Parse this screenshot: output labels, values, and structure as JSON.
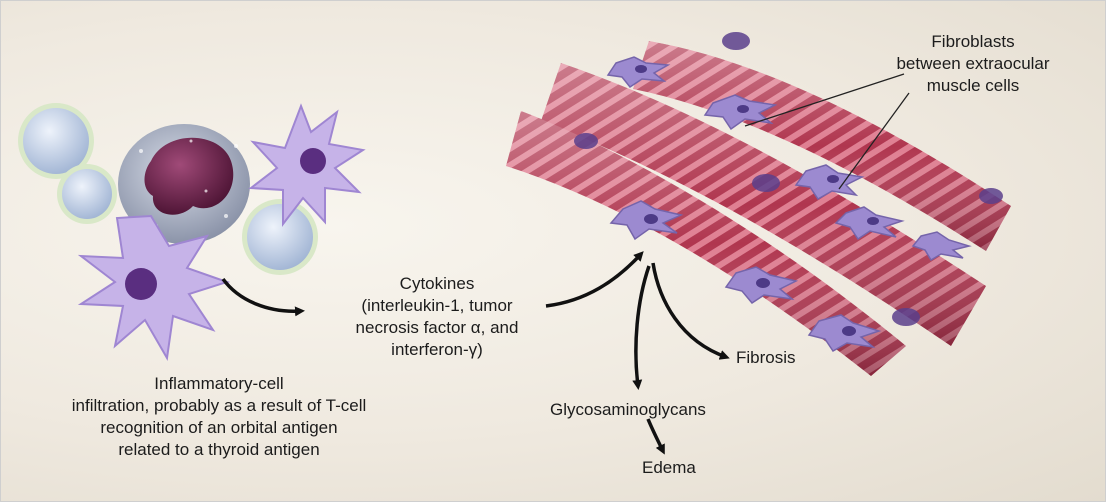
{
  "labels": {
    "fibroblasts": [
      "Fibroblasts",
      "between extraocular",
      "muscle cells"
    ],
    "cytokines": [
      "Cytokines",
      "(interleukin-1, tumor",
      "necrosis factor α, and",
      "interferon-γ)"
    ],
    "infiltration": [
      "Inflammatory-cell",
      "infiltration, probably as a result of T-cell",
      "recognition of an orbital antigen",
      "related to a thyroid antigen"
    ],
    "fibrosis": "Fibrosis",
    "glycosaminoglycans": "Glycosaminoglycans",
    "edema": "Edema"
  },
  "colors": {
    "background": "#efe9df",
    "muscle_fiber": "#b0364f",
    "muscle_stripe": "#e07a8e",
    "fibroblast": "#9c8ad0",
    "lymphocyte": "#b8c8e0",
    "macrophage_nucleus": "#6a2648",
    "arrow": "#111111"
  }
}
